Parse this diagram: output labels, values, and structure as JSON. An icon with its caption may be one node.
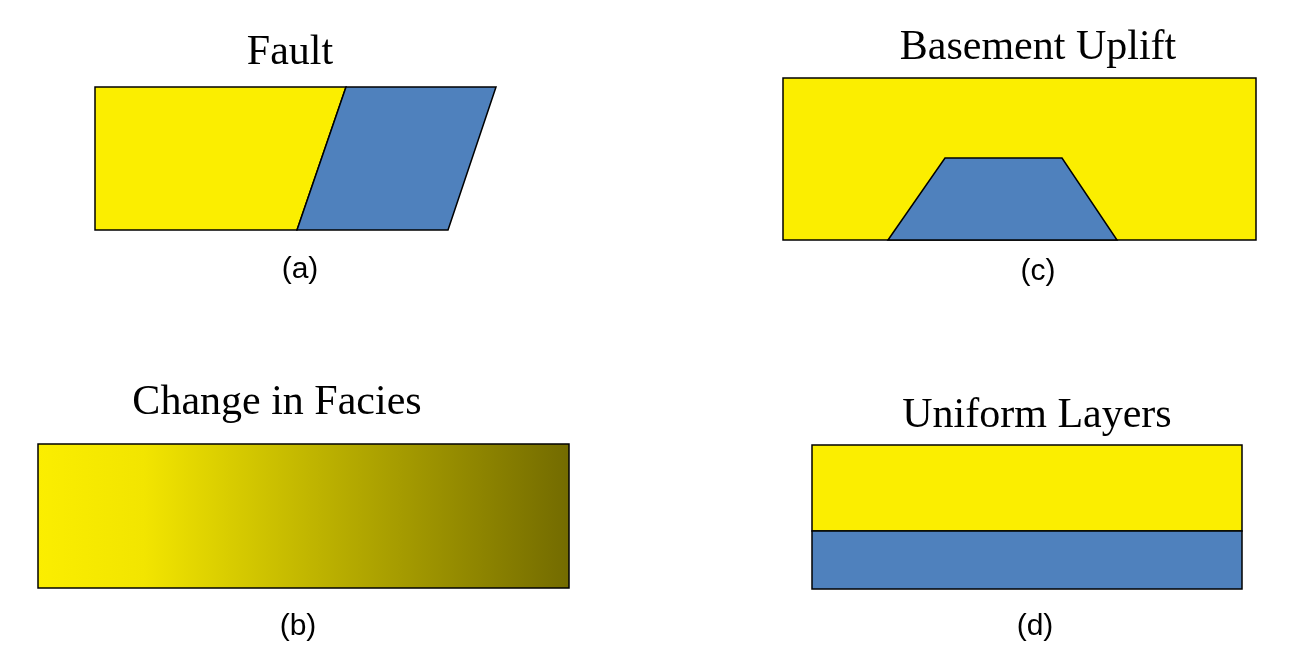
{
  "diagram": {
    "labels": [
      "Fault",
      "Basement Uplift",
      "(a)",
      "(c)",
      "Change in Facies",
      "Uniform Layers",
      "(b)",
      "(d)"
    ]
  }
}
